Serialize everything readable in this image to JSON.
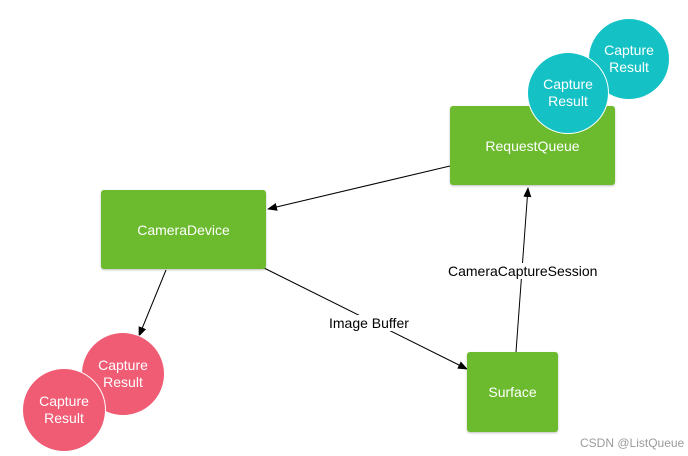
{
  "nodes": {
    "request_queue": "RequestQueue",
    "camera_device": "CameraDevice",
    "surface": "Surface"
  },
  "capture_results": {
    "teal_back": [
      "Capture",
      "Result"
    ],
    "teal_front": [
      "Capture",
      "Result"
    ],
    "red_back": [
      "Capture",
      "Result"
    ],
    "red_front": [
      "Capture",
      "Result"
    ]
  },
  "edges": {
    "session_label": "CameraCaptureSession",
    "buffer_label": "Image Buffer"
  },
  "watermark": "CSDN @ListQueue",
  "colors": {
    "node_green": "#6cbb2e",
    "result_teal": "#14c2c6",
    "result_red": "#f05c74"
  }
}
